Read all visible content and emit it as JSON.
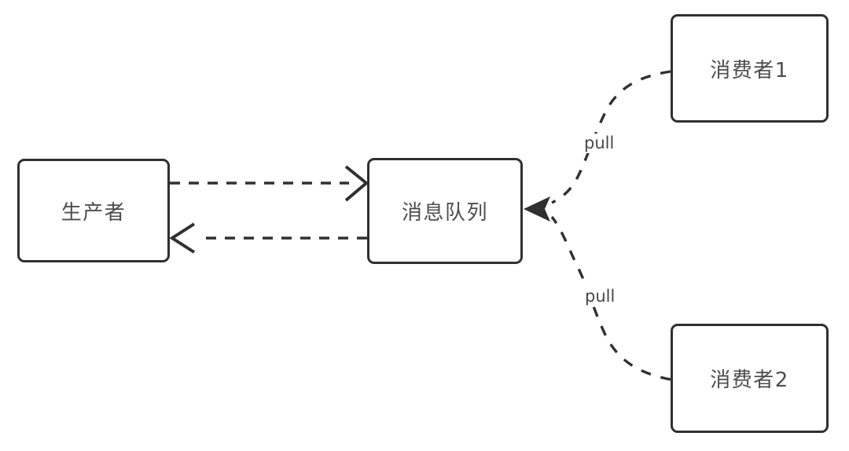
{
  "diagram": {
    "type": "flow-diagram",
    "colors": {
      "background": "#ffffff",
      "stroke": "#303030",
      "node_fill": "#ffffff",
      "text": "#4d4d4d"
    },
    "nodes": [
      {
        "id": "producer",
        "label": "生产者"
      },
      {
        "id": "queue",
        "label": "消息队列"
      },
      {
        "id": "consumer1",
        "label": "消费者1"
      },
      {
        "id": "consumer2",
        "label": "消费者2"
      }
    ],
    "edges": [
      {
        "id": "producer-to-queue",
        "from": "producer",
        "to": "queue",
        "style": "dashed",
        "arrowhead": "open",
        "label": ""
      },
      {
        "id": "queue-to-producer",
        "from": "queue",
        "to": "producer",
        "style": "dashed",
        "arrowhead": "open",
        "label": ""
      },
      {
        "id": "consumer1-to-queue",
        "from": "consumer1",
        "to": "queue",
        "style": "dashed-curved",
        "arrowhead": "solid",
        "label": "pull"
      },
      {
        "id": "consumer2-to-queue",
        "from": "consumer2",
        "to": "queue",
        "style": "dashed-curved",
        "arrowhead": "solid",
        "label": "pull"
      }
    ]
  }
}
